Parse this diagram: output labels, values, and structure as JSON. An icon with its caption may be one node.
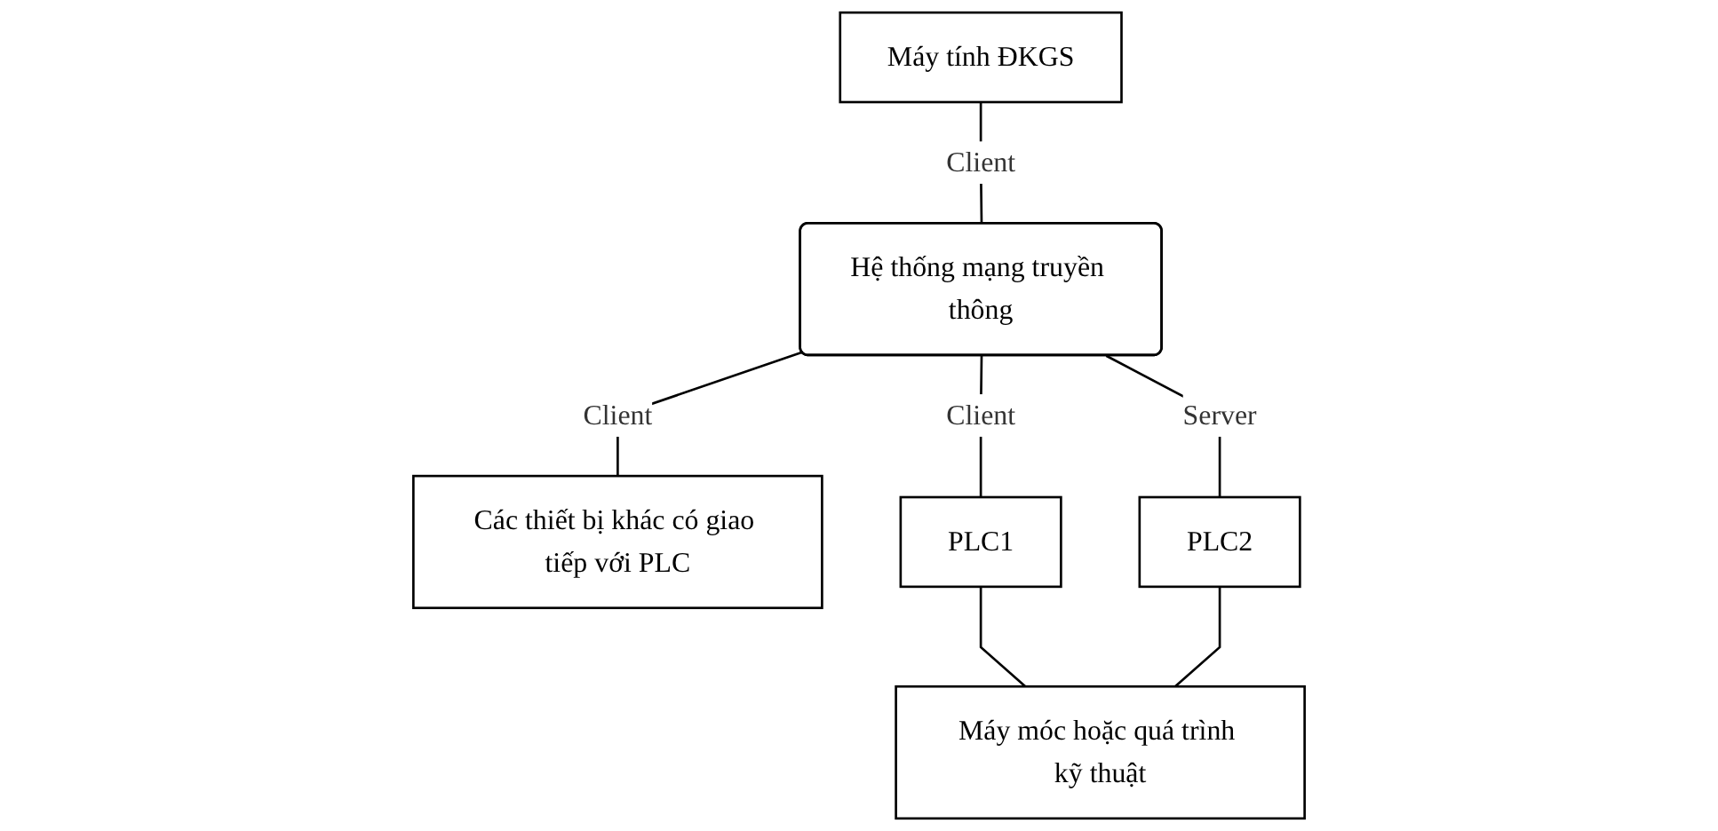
{
  "diagram": {
    "nodes": [
      {
        "text": [
          "Máy tính ĐKGS"
        ]
      },
      {
        "text": [
          "Hệ thống mạng truyền thông"
        ]
      },
      {
        "text": [
          "Các thiết bị khác có giao tiếp với PLC"
        ]
      },
      {
        "text": [
          "PLC1"
        ]
      },
      {
        "text": [
          "PLC2"
        ]
      },
      {
        "text": [
          "Máy móc hoặc quá trình kỹ thuật"
        ]
      }
    ],
    "edges": [
      {
        "from": 0,
        "to": 1,
        "arrow": "none",
        "label": "Client"
      },
      {
        "from": 1,
        "to": 2,
        "arrow": "none",
        "label": "Client"
      },
      {
        "from": 1,
        "to": 3,
        "arrow": "none",
        "label": "Client"
      },
      {
        "from": 1,
        "to": 4,
        "arrow": "none",
        "label": "Server"
      },
      {
        "from": 3,
        "to": 5,
        "arrow": "none"
      },
      {
        "from": 4,
        "to": 5,
        "arrow": "none"
      }
    ]
  }
}
